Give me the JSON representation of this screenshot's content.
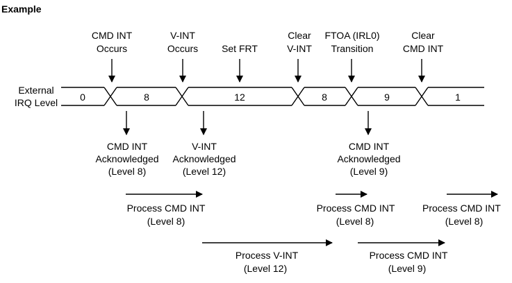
{
  "title": "Example",
  "signal": {
    "label_lines": [
      "External",
      "IRQ Level"
    ],
    "levels": [
      "0",
      "8",
      "12",
      "8",
      "9",
      "1"
    ]
  },
  "events_top": [
    {
      "lines": [
        "CMD INT",
        "Occurs"
      ]
    },
    {
      "lines": [
        "V-INT",
        "Occurs"
      ]
    },
    {
      "lines": [
        "Set FRT"
      ]
    },
    {
      "lines": [
        "Clear",
        "V-INT"
      ]
    },
    {
      "lines": [
        "FTOA (IRL0)",
        "Transition"
      ]
    },
    {
      "lines": [
        "Clear",
        "CMD INT"
      ]
    }
  ],
  "events_bottom": [
    {
      "lines": [
        "CMD INT",
        "Acknowledged",
        "(Level 8)"
      ]
    },
    {
      "lines": [
        "V-INT",
        "Acknowledged",
        "(Level 12)"
      ]
    },
    {
      "lines": [
        "CMD INT",
        "Acknowledged",
        "(Level 9)"
      ]
    }
  ],
  "processes": [
    {
      "lines": [
        "Process CMD INT",
        "(Level 8)"
      ]
    },
    {
      "lines": [
        "Process CMD INT",
        "(Level 8)"
      ]
    },
    {
      "lines": [
        "Process CMD INT",
        "(Level 8)"
      ]
    },
    {
      "lines": [
        "Process V-INT",
        "(Level 12)"
      ]
    },
    {
      "lines": [
        "Process CMD INT",
        "(Level 9)"
      ]
    }
  ]
}
